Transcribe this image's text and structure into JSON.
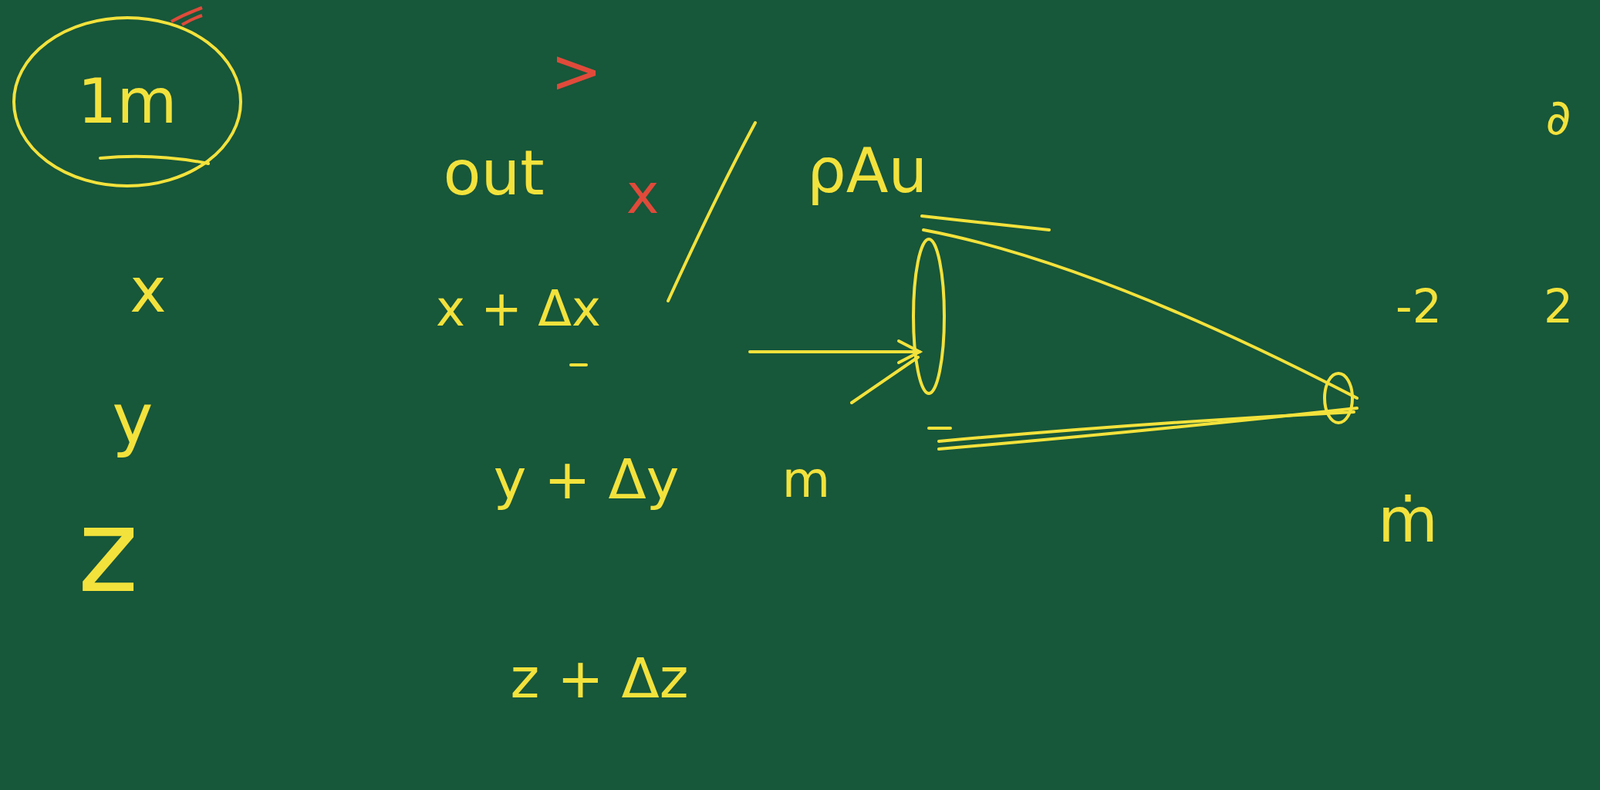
{
  "diagram": {
    "nodes": [
      {
        "text": [
          "1m"
        ]
      }
    ],
    "labels": [
      "x",
      "y",
      "z",
      ">",
      "out",
      "x",
      "ρAu",
      "x + Δx",
      "y + Δy",
      "m",
      "z + Δz",
      "∂",
      "-2",
      "2",
      "ṁ"
    ]
  }
}
